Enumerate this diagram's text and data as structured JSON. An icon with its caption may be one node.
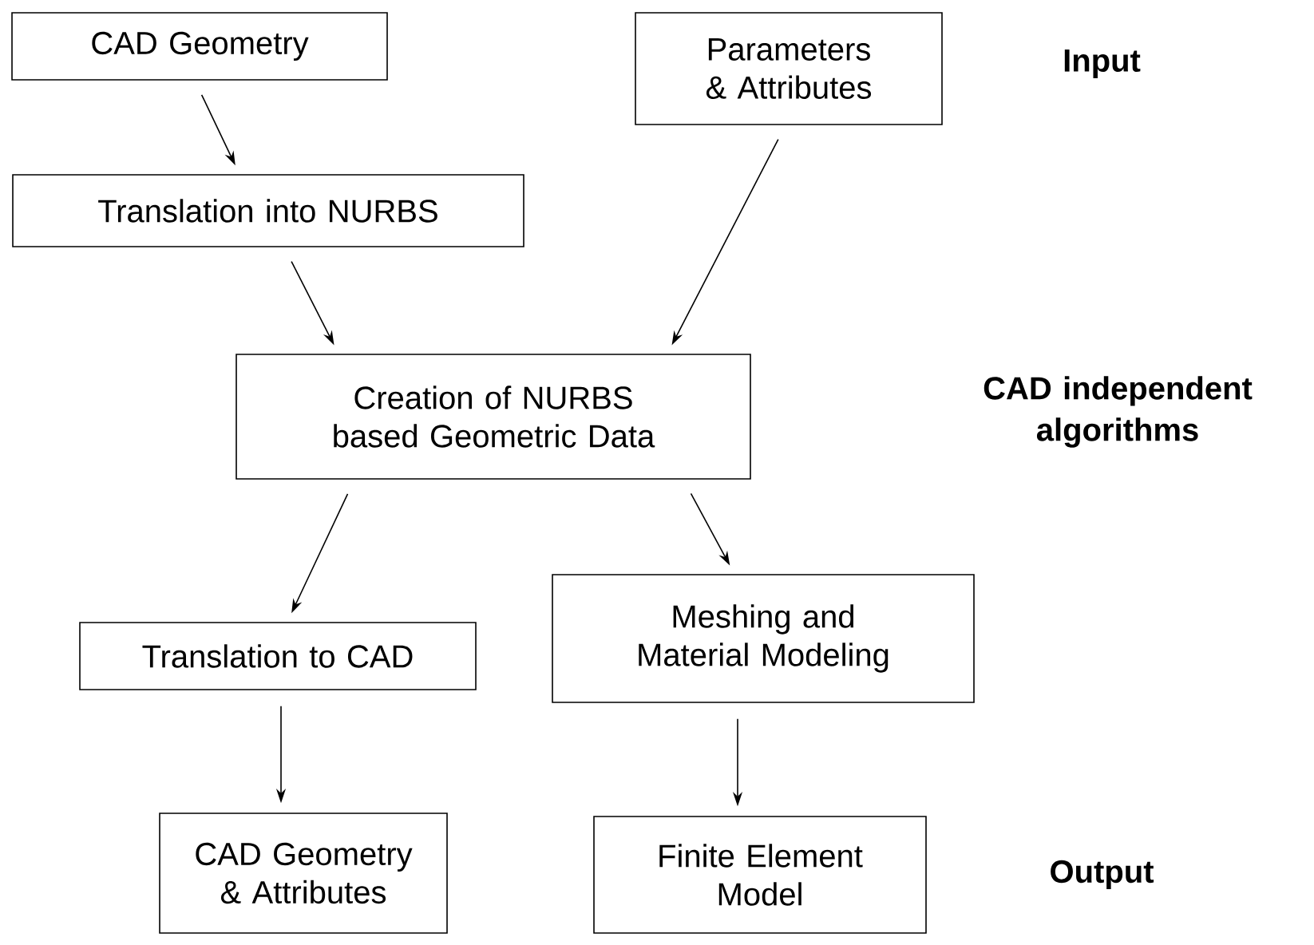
{
  "diagram": {
    "nodes": [
      {
        "text": [
          "CAD Geometry"
        ]
      },
      {
        "text": [
          "Parameters & Attributes"
        ]
      },
      {
        "text": [
          "Translation into NURBS"
        ]
      },
      {
        "text": [
          "Creation of NURBS based Geometric Data"
        ]
      },
      {
        "text": [
          "Translation to CAD"
        ]
      },
      {
        "text": [
          "Meshing and Material Modeling"
        ]
      },
      {
        "text": [
          "CAD Geometry & Attributes"
        ]
      },
      {
        "text": [
          "Finite Element Model"
        ]
      }
    ],
    "edges": [
      {
        "from": 0,
        "to": 2,
        "arrow": "to"
      },
      {
        "from": 2,
        "to": 3,
        "arrow": "to"
      },
      {
        "from": 1,
        "to": 3,
        "arrow": "to"
      },
      {
        "from": 3,
        "to": 4,
        "arrow": "to"
      },
      {
        "from": 3,
        "to": 5,
        "arrow": "to"
      },
      {
        "from": 4,
        "to": 6,
        "arrow": "to"
      },
      {
        "from": 5,
        "to": 7,
        "arrow": "to"
      }
    ],
    "labels": [
      "Input",
      "CAD independent algorithms",
      "Output"
    ]
  }
}
